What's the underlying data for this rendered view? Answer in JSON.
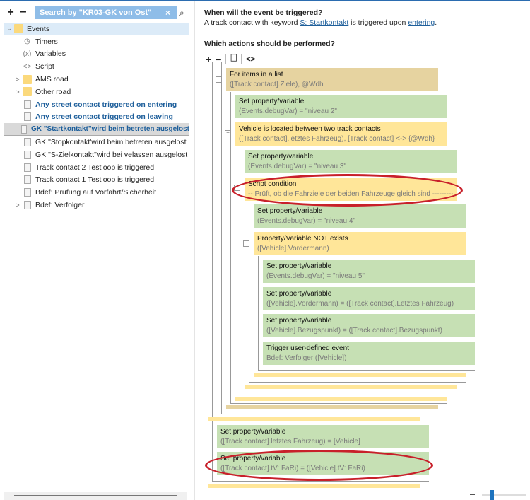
{
  "left_panel": {
    "add_label": "+",
    "remove_label": "−",
    "search_value": "Search by \"KR03-GK von Ost\"",
    "clear_icon": "×",
    "search_icon": "⌕",
    "tree": [
      {
        "label": "Events",
        "icon": "folder",
        "expander": "v",
        "level": 0,
        "style": "root"
      },
      {
        "label": "Timers",
        "icon": "clock",
        "level": 1
      },
      {
        "label": "Variables",
        "icon": "variable",
        "level": 1
      },
      {
        "label": "Script",
        "icon": "code",
        "level": 1
      },
      {
        "label": "AMS road",
        "icon": "folder",
        "expander": ">",
        "level": 1
      },
      {
        "label": "Other road",
        "icon": "folder",
        "expander": ">",
        "level": 1
      },
      {
        "label": "Any street contact triggered on entering",
        "icon": "document",
        "level": 1,
        "style": "blue"
      },
      {
        "label": "Any street contact triggered on leaving",
        "icon": "document",
        "level": 1,
        "style": "blue"
      },
      {
        "label": "GK \"Startkontakt\"wird beim betreten ausgelost",
        "icon": "document",
        "level": 1,
        "style": "selected"
      },
      {
        "label": "GK \"Stopkontakt'wird beim betreten ausgelost",
        "icon": "document",
        "level": 1
      },
      {
        "label": "GK \"S-Zielkontakt\"wird bei velassen ausgelost",
        "icon": "document",
        "level": 1
      },
      {
        "label": "Track contact 2 Testloop is triggered",
        "icon": "document",
        "level": 1
      },
      {
        "label": "Track contact 1 Testloop is triggered",
        "icon": "document",
        "level": 1
      },
      {
        "label": "Bdef: Prufung auf Vorfahrt/Sicherheit",
        "icon": "document",
        "level": 1
      },
      {
        "label": "Bdef: Verfolger",
        "icon": "document",
        "expander": ">",
        "level": 1
      }
    ]
  },
  "trigger": {
    "heading": "When will the event be triggered?",
    "text_before": "A track contact with keyword ",
    "keyword_link": "S: Startkontakt",
    "text_middle": " is triggered upon ",
    "mode_link": "entering",
    "text_after": "."
  },
  "actions": {
    "heading": "Which actions should be performed?",
    "toolbar": {
      "add": "+",
      "remove": "−",
      "copy_icon": "copy",
      "script": "<>"
    },
    "blocks": [
      {
        "title": "For items in a list",
        "detail": "([Track contact].Ziele), @Wdh",
        "color": "tan",
        "collapsible": true
      },
      {
        "title": "Set property/variable",
        "detail": "(Events.debugVar) = \"niveau 2\"",
        "color": "green"
      },
      {
        "title": "Vehicle is located between two track contacts",
        "detail": "([Track contact].letztes Fahrzeug), [Track contact] <-> {@Wdh}",
        "color": "yellow",
        "collapsible": true
      },
      {
        "title": "Set property/variable",
        "detail": "(Events.debugVar) = \"niveau 3\"",
        "color": "green"
      },
      {
        "title": "Script condition",
        "detail": "-- Prüft, ob die Fahrziele der beiden Fahrzeuge gleich sind ---------",
        "color": "yellow",
        "collapsible": true,
        "highlighted": true
      },
      {
        "title": "Set property/variable",
        "detail": "(Events.debugVar) = \"niveau 4\"",
        "color": "green"
      },
      {
        "title": "Property/Variable NOT exists",
        "detail": "([Vehicle].Vordermann)",
        "color": "yellow",
        "collapsible": true
      },
      {
        "title": "Set property/variable",
        "detail": "(Events.debugVar) = \"niveau 5\"",
        "color": "green"
      },
      {
        "title": "Set property/variable",
        "detail": "([Vehicle].Vordermann) = ([Track contact].Letztes Fahrzeug)",
        "color": "green"
      },
      {
        "title": "Set property/variable",
        "detail": "([Vehicle].Bezugspunkt) = ([Track contact].Bezugspunkt)",
        "color": "green"
      },
      {
        "title": "Trigger user-defined event",
        "detail": "Bdef: Verfolger ([Vehicle])",
        "color": "green"
      },
      {
        "title": "Set property/variable",
        "detail": "([Track contact].letztes Fahrzeug) = [Vehicle]",
        "color": "green"
      },
      {
        "title": "Set property/variable",
        "detail": "([Track contact].tV: FaRi) = ([Vehicle].tV: FaRi)",
        "color": "green",
        "highlighted": true
      }
    ]
  },
  "colors": {
    "green": "#c6e0b4",
    "yellow": "#ffe699",
    "tan": "#e6d3a0",
    "highlight_ellipse": "#c8202a",
    "link": "#1e5f9b"
  },
  "zoom_slider": {
    "level": 0.2
  }
}
